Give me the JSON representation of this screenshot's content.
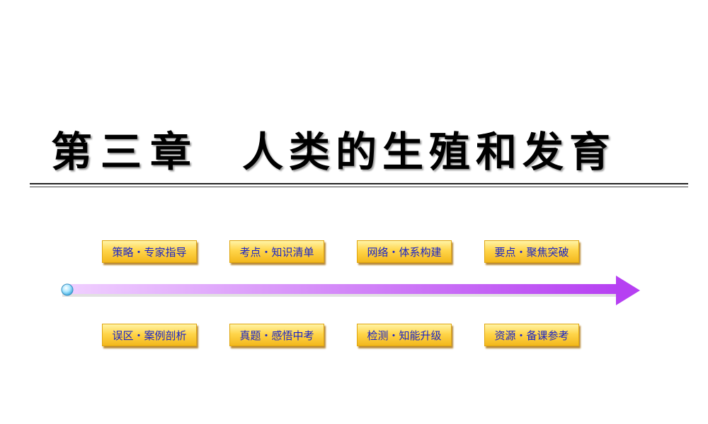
{
  "title": {
    "chapter": "第三章",
    "name": "人类的生殖和发育"
  },
  "nav_top": [
    {
      "label": "策略・专家指导"
    },
    {
      "label": "考点・知识清单"
    },
    {
      "label": "网络・体系构建"
    },
    {
      "label": "要点・聚焦突破"
    }
  ],
  "nav_bottom": [
    {
      "label": "误区・案例剖析"
    },
    {
      "label": "真题・感悟中考"
    },
    {
      "label": "检测・知能升级"
    },
    {
      "label": "资源・备课参考"
    }
  ],
  "colors": {
    "button_text": "#1a24c8",
    "button_fill": "#ffd54a",
    "arrow_start": "#f0d0ff",
    "arrow_end": "#b640f2"
  }
}
